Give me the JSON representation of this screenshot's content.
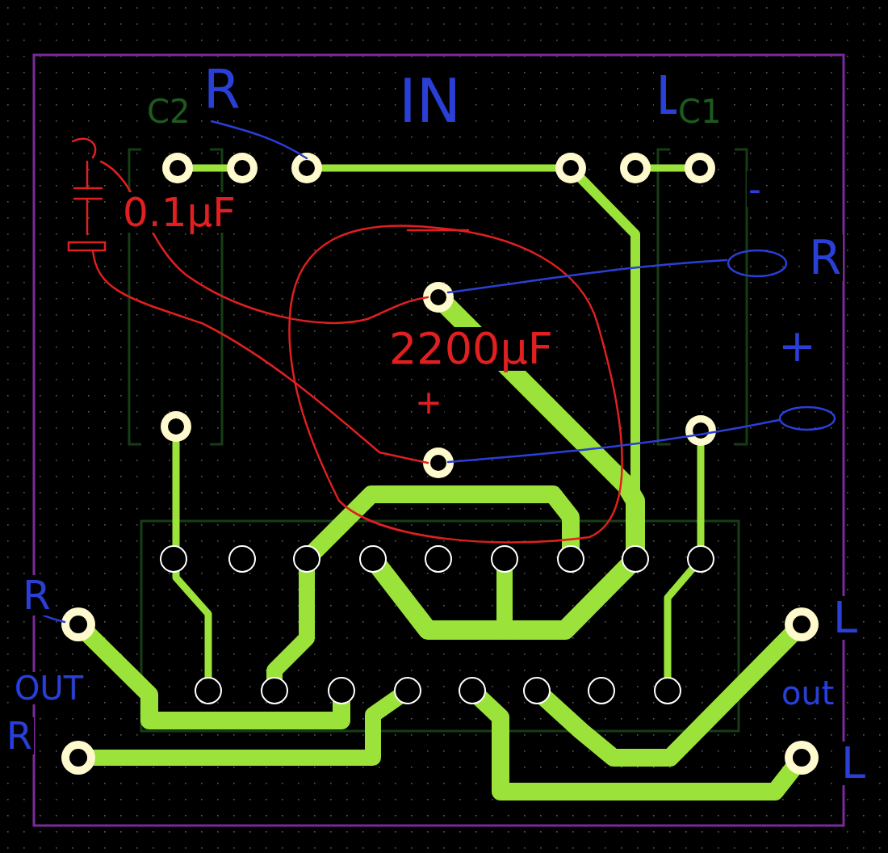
{
  "diagram": {
    "labels": [
      "R",
      "IN",
      "L",
      "C2",
      "C1",
      "0.1μF",
      "2200μF",
      "+",
      "-",
      "R",
      "+",
      "R",
      "OUT",
      "R",
      "L",
      "out",
      "L"
    ]
  }
}
